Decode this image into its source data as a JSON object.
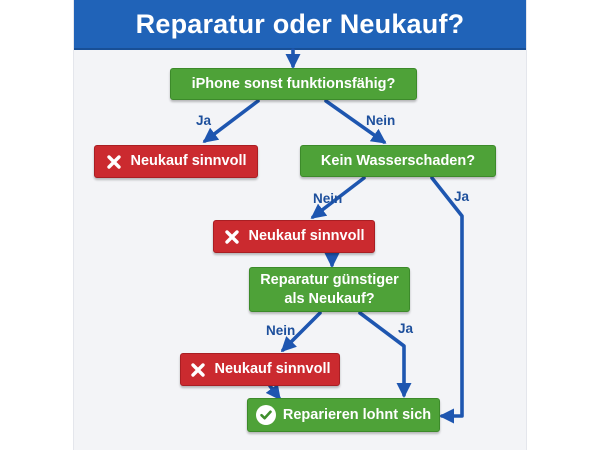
{
  "title": "Reparatur oder Neukauf?",
  "nodes": {
    "q1": "iPhone sonst funktionsfähig?",
    "q2": "Kein Wasserschaden?",
    "q3_line1": "Reparatur günstiger",
    "q3_line2": "als Neukauf?",
    "r1": "Neukauf sinnvoll",
    "r2": "Neukauf sinnvoll",
    "r3": "Neukauf sinnvoll",
    "result": "Reparieren lohnt sich"
  },
  "edge_labels": {
    "q1_ja": "Ja",
    "q1_nein": "Nein",
    "q2_nein": "Nein",
    "q2_ja": "Ja",
    "q3_nein": "Nein",
    "q3_ja": "Ja"
  },
  "icons": {
    "negative": "x-mark-icon",
    "positive": "check-icon"
  },
  "colors": {
    "header": "#2063b8",
    "question": "#4ea238",
    "negative": "#cb2a2f",
    "arrow": "#1e56b0",
    "label": "#1d4f9c"
  }
}
